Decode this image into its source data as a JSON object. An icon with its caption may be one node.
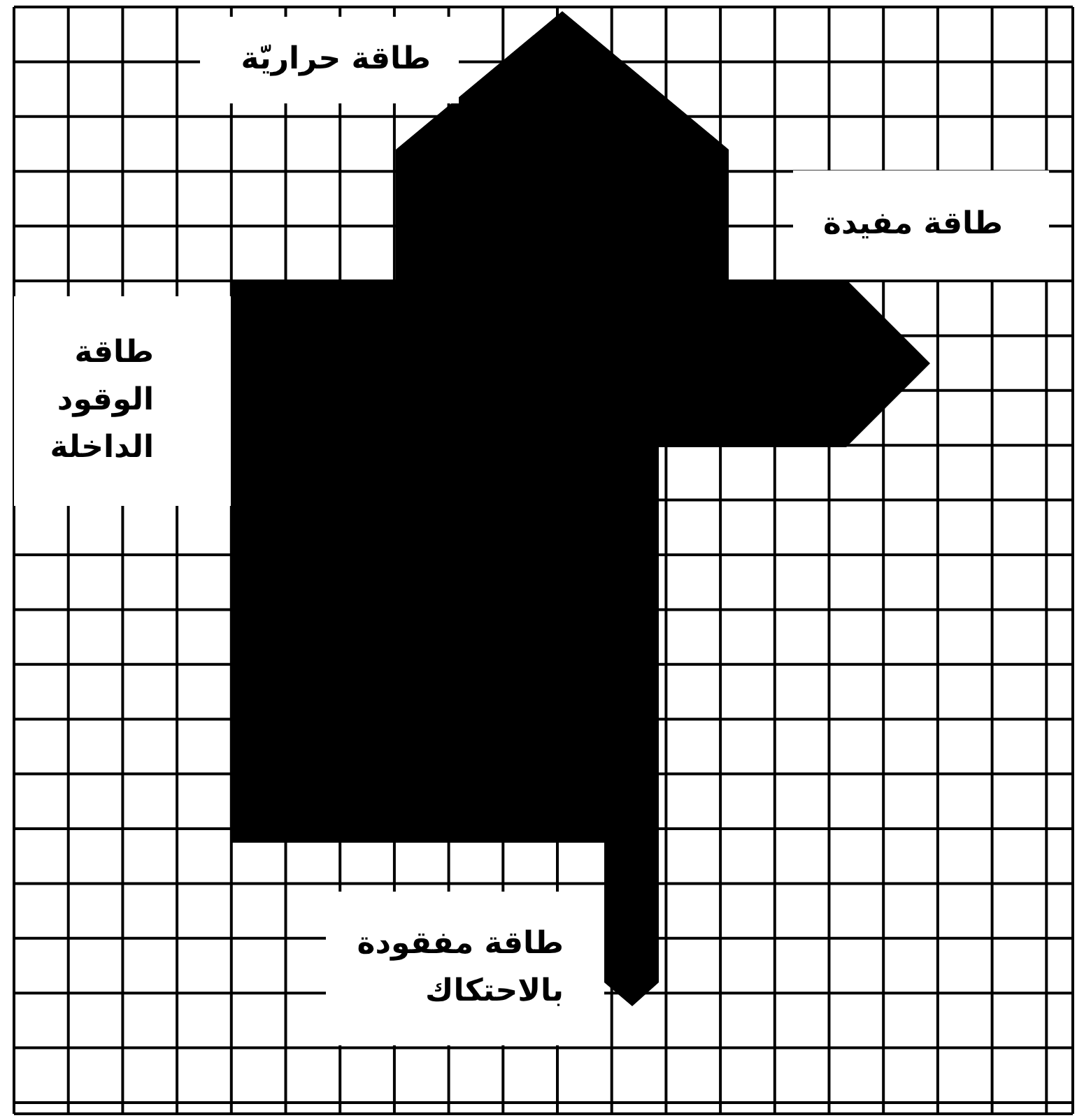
{
  "diagram": {
    "labels": [
      "طاقة حراريّة",
      "طاقة مفيدة",
      "طاقة الوقود الداخلة",
      "طاقة مفقودة بالاحتكاك"
    ]
  }
}
